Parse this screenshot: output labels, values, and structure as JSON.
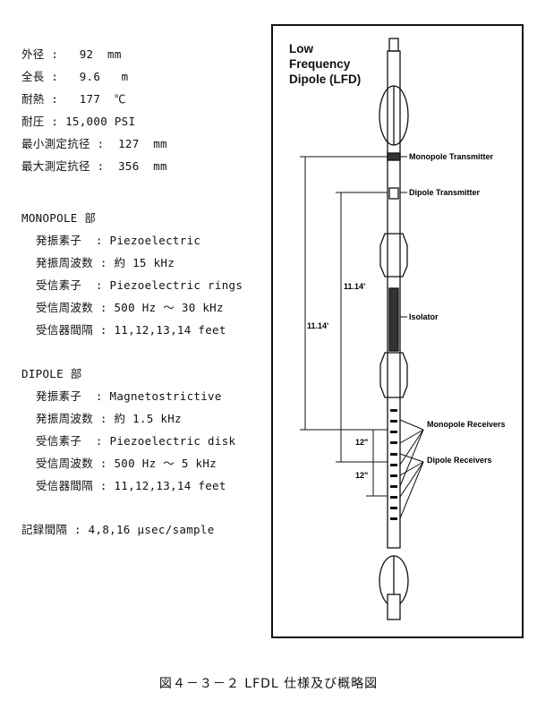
{
  "specs": {
    "general": [
      "外径 :   92  mm",
      "全長 :   9.6   m",
      "耐熱 :   177  ℃",
      "耐圧 : 15,000 PSI",
      "最小測定抗径 :  127  mm",
      "最大測定抗径 :  356  mm"
    ],
    "monopole_heading": "MONOPOLE 部",
    "monopole": [
      "発振素子  : Piezoelectric",
      "発振周波数 : 約 15 kHz",
      "受信素子  : Piezoelectric rings",
      "受信周波数 : 500 Hz ～ 30 kHz",
      "受信器間隔 : 11,12,13,14 feet"
    ],
    "dipole_heading": "DIPOLE 部",
    "dipole": [
      "発振素子  : Magnetostrictive",
      "発振周波数 : 約 1.5 kHz",
      "受信素子  : Piezoelectric disk",
      "受信周波数 : 500 Hz ～ 5 kHz",
      "受信器間隔 : 11,12,13,14 feet"
    ],
    "recording": "記録間隔 : 4,8,16 μsec/sample"
  },
  "figure": {
    "title": "Low\nFrequency\nDipole (LFD)",
    "labels": {
      "monopole_transmitter": "Monopole Transmitter",
      "dipole_transmitter": "Dipole Transmitter",
      "isolator": "Isolator",
      "monopole_receivers": "Monopole Receivers",
      "dipole_receivers": "Dipole Receivers",
      "spacing_monopole": "11.14'",
      "spacing_dipole": "11.14'",
      "receiver_gap_1": "12\"",
      "receiver_gap_2": "12\""
    }
  },
  "caption": "図４－３－２  LFDL 仕様及び概略図"
}
